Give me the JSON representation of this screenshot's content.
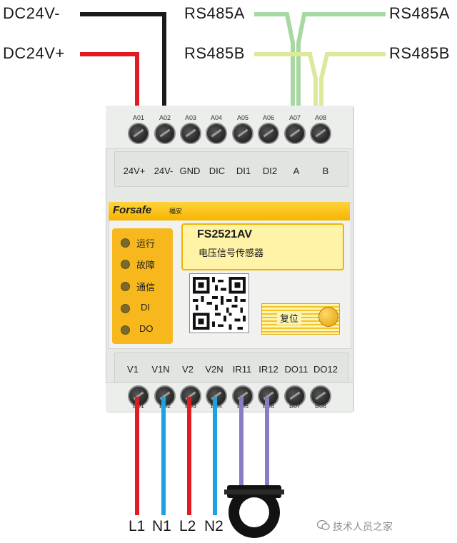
{
  "wire_labels": {
    "dc_neg": "DC24V-",
    "dc_pos": "DC24V+",
    "rs485a_left": "RS485A",
    "rs485a_right": "RS485A",
    "rs485b_left": "RS485B",
    "rs485b_right": "RS485B"
  },
  "colors": {
    "red": "#e21b22",
    "black": "#1a1a1a",
    "green": "#a8d8a2",
    "yellow_green": "#dbe99a",
    "blue": "#1aa3e0",
    "purple": "#8a7cc4"
  },
  "top_terminals": {
    "ids": [
      "A01",
      "A02",
      "A03",
      "A04",
      "A05",
      "A06",
      "A07",
      "A08"
    ],
    "labels": [
      "24V+",
      "24V-",
      "GND",
      "DIC",
      "DI1",
      "DI2",
      "A",
      "B"
    ]
  },
  "bottom_terminals": {
    "ids": [
      "B01",
      "B02",
      "B03",
      "B04",
      "B05",
      "B06",
      "B07",
      "B08"
    ],
    "labels": [
      "V1",
      "V1N",
      "V2",
      "V2N",
      "IR11",
      "IR12",
      "DO11",
      "DO12"
    ]
  },
  "device": {
    "brand": "Forsafe",
    "brand_cn": "福安",
    "model": "FS2521AV",
    "model_subtitle": "电压信号传感器",
    "leds": [
      "运行",
      "故障",
      "通信",
      "DI",
      "DO"
    ],
    "reset_label": "复位"
  },
  "phase_labels": [
    "L1",
    "N1",
    "L2",
    "N2"
  ],
  "watermark": "技术人员之家"
}
